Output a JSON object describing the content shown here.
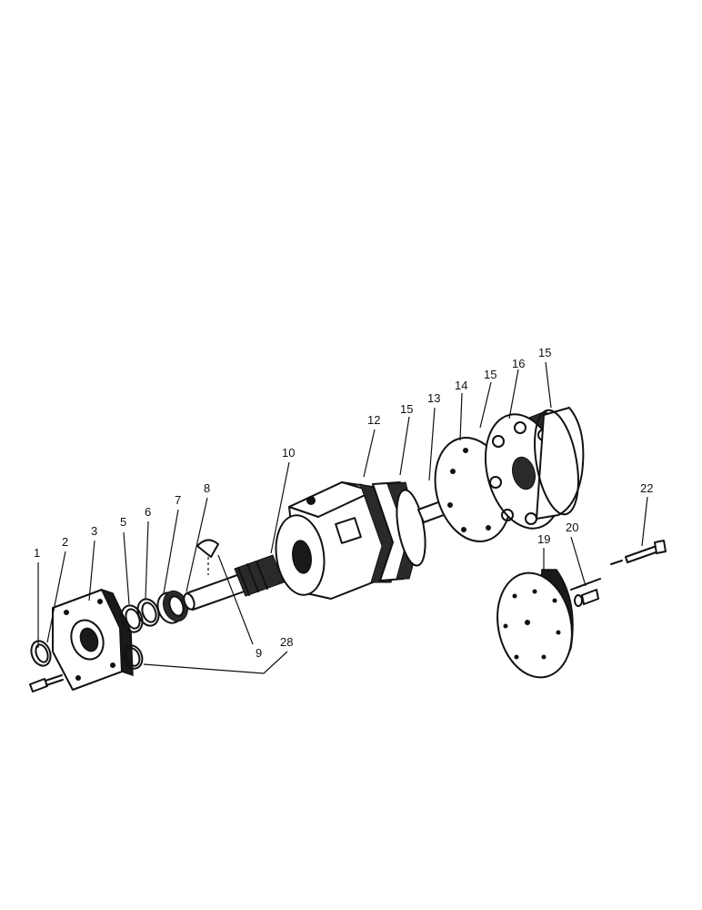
{
  "figure": {
    "callouts": [
      {
        "id": "c1",
        "text": "1"
      },
      {
        "id": "c2",
        "text": "2"
      },
      {
        "id": "c3",
        "text": "3"
      },
      {
        "id": "c5",
        "text": "5"
      },
      {
        "id": "c6",
        "text": "6"
      },
      {
        "id": "c7",
        "text": "7"
      },
      {
        "id": "c8",
        "text": "8"
      },
      {
        "id": "c9",
        "text": "9"
      },
      {
        "id": "c10",
        "text": "10"
      },
      {
        "id": "c12",
        "text": "12"
      },
      {
        "id": "c13",
        "text": "13"
      },
      {
        "id": "c14",
        "text": "14"
      },
      {
        "id": "c15a",
        "text": "15"
      },
      {
        "id": "c15b",
        "text": "15"
      },
      {
        "id": "c15c",
        "text": "15"
      },
      {
        "id": "c16",
        "text": "16"
      },
      {
        "id": "c19",
        "text": "19"
      },
      {
        "id": "c20",
        "text": "20"
      },
      {
        "id": "c22",
        "text": "22"
      },
      {
        "id": "c28",
        "text": "28"
      }
    ]
  }
}
